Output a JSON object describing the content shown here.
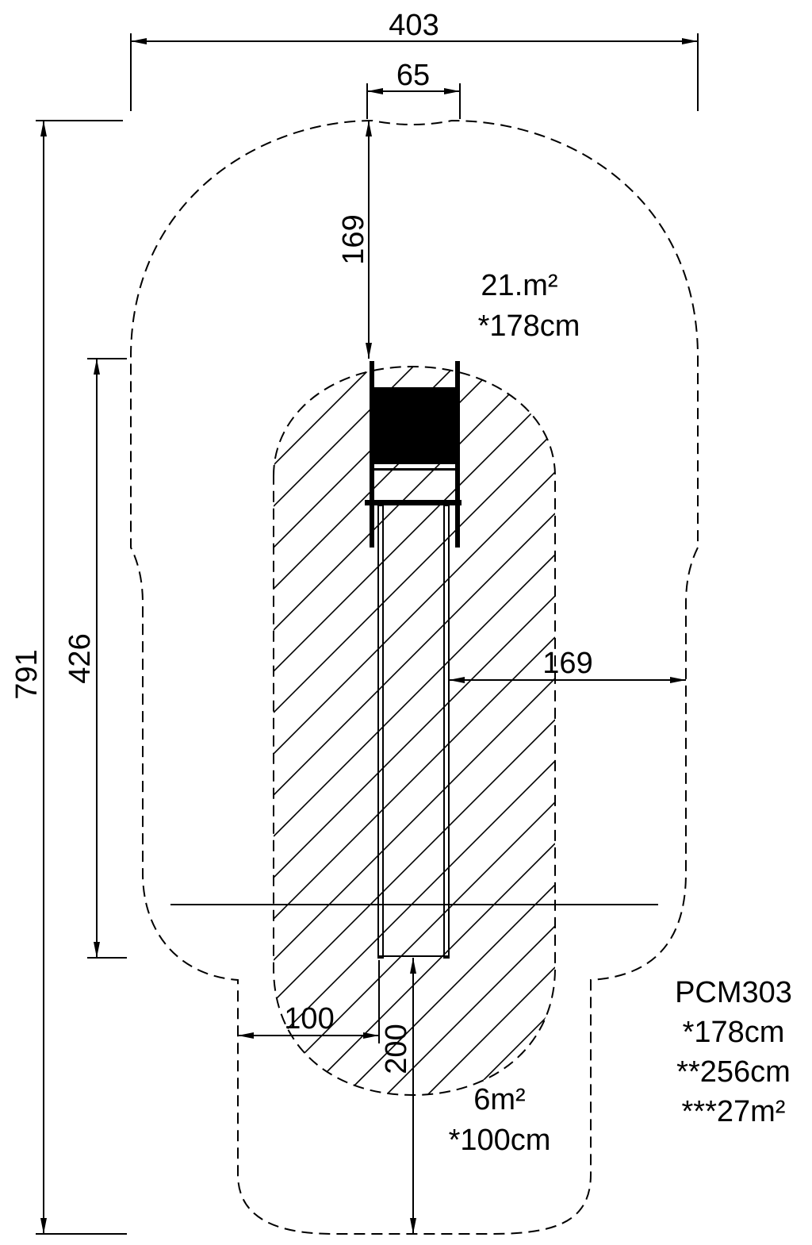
{
  "dimensions": {
    "overall_width": "403",
    "slide_width": "65",
    "overall_length": "791",
    "equipment_length": "426",
    "top_clearance": "169",
    "side_clearance": "169",
    "exit_side": "100",
    "exit_length": "200"
  },
  "zones": {
    "main_area": "21.m²",
    "main_height": "*178cm",
    "exit_area": "6m²",
    "exit_height": "*100cm"
  },
  "spec": {
    "model": "PCM303",
    "fall_height": "*178cm",
    "max_height": "**256cm",
    "total_area": "***27m²"
  }
}
